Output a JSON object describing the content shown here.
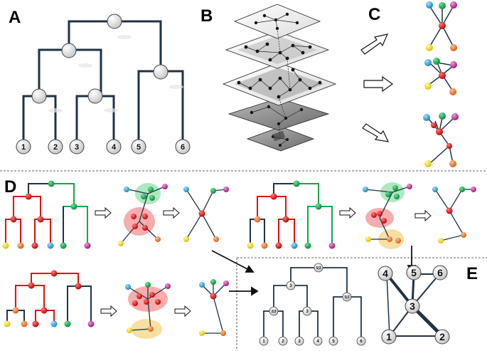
{
  "panels": {
    "a": "A",
    "b": "B",
    "c": "C",
    "d": "D",
    "e": "E"
  },
  "tree_a": {
    "leaves": [
      "1",
      "2",
      "3",
      "4",
      "5",
      "6"
    ]
  },
  "tree_e": {
    "leaves": [
      "1",
      "2",
      "3",
      "4",
      "5",
      "6"
    ],
    "internal": {
      "root": "5|3",
      "left": "3",
      "right": "5|3",
      "ll": "2|3",
      "lr": "3"
    }
  },
  "network_e": {
    "nodes": [
      "4",
      "5",
      "6",
      "3",
      "1",
      "2"
    ]
  },
  "colors": {
    "tree_line": "#1f3344",
    "red": "#e11111",
    "green": "#12a84a",
    "yellow": "#f2e20e",
    "orange": "#f07c2a",
    "blue": "#2aa9e0",
    "magenta": "#c42a9c",
    "node_white": "#f4f4f4"
  }
}
